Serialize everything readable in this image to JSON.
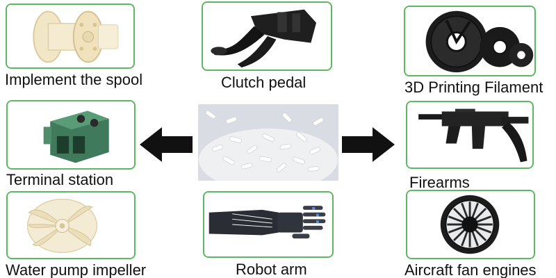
{
  "colors": {
    "panel_border": "#5cb85c",
    "arrow": "#111111",
    "text": "#111111"
  },
  "center": {
    "icon": "white-plastic-pellets-photo"
  },
  "arrows": {
    "left": "arrow-left-icon",
    "right": "arrow-right-icon"
  },
  "items": {
    "spool": {
      "label": "Implement the spool",
      "icon": "spool-photo"
    },
    "clutch": {
      "label": "Clutch pedal",
      "icon": "clutch-pedal-photo"
    },
    "filament": {
      "label": "3D Printing Filament",
      "icon": "filament-reel-photo"
    },
    "terminal": {
      "label": "Terminal station",
      "icon": "terminal-block-photo"
    },
    "firearms": {
      "label": "Firearms",
      "icon": "firearm-photo"
    },
    "impeller": {
      "label": "Water pump impeller",
      "icon": "impeller-photo"
    },
    "robot": {
      "label": "Robot arm",
      "icon": "robot-arm-photo"
    },
    "fan": {
      "label": "Aircraft fan engines",
      "icon": "fan-engine-photo"
    }
  }
}
